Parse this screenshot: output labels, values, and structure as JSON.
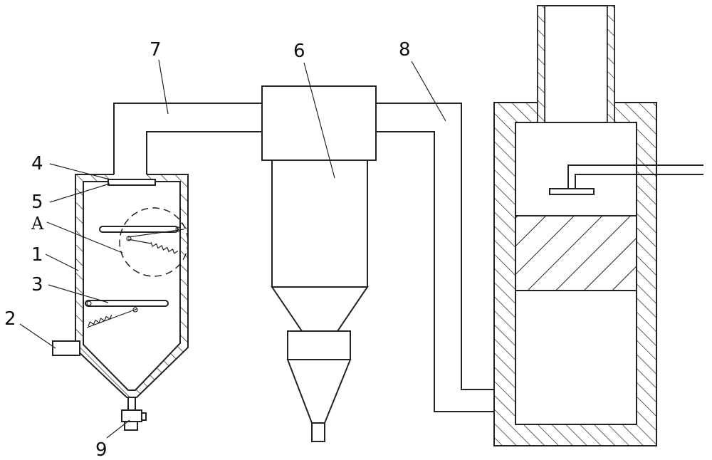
{
  "labels": {
    "l1": "1",
    "l2": "2",
    "l3": "3",
    "l4": "4",
    "l5": "5",
    "lA": "A",
    "l6": "6",
    "l7": "7",
    "l8": "8",
    "l9": "9"
  }
}
